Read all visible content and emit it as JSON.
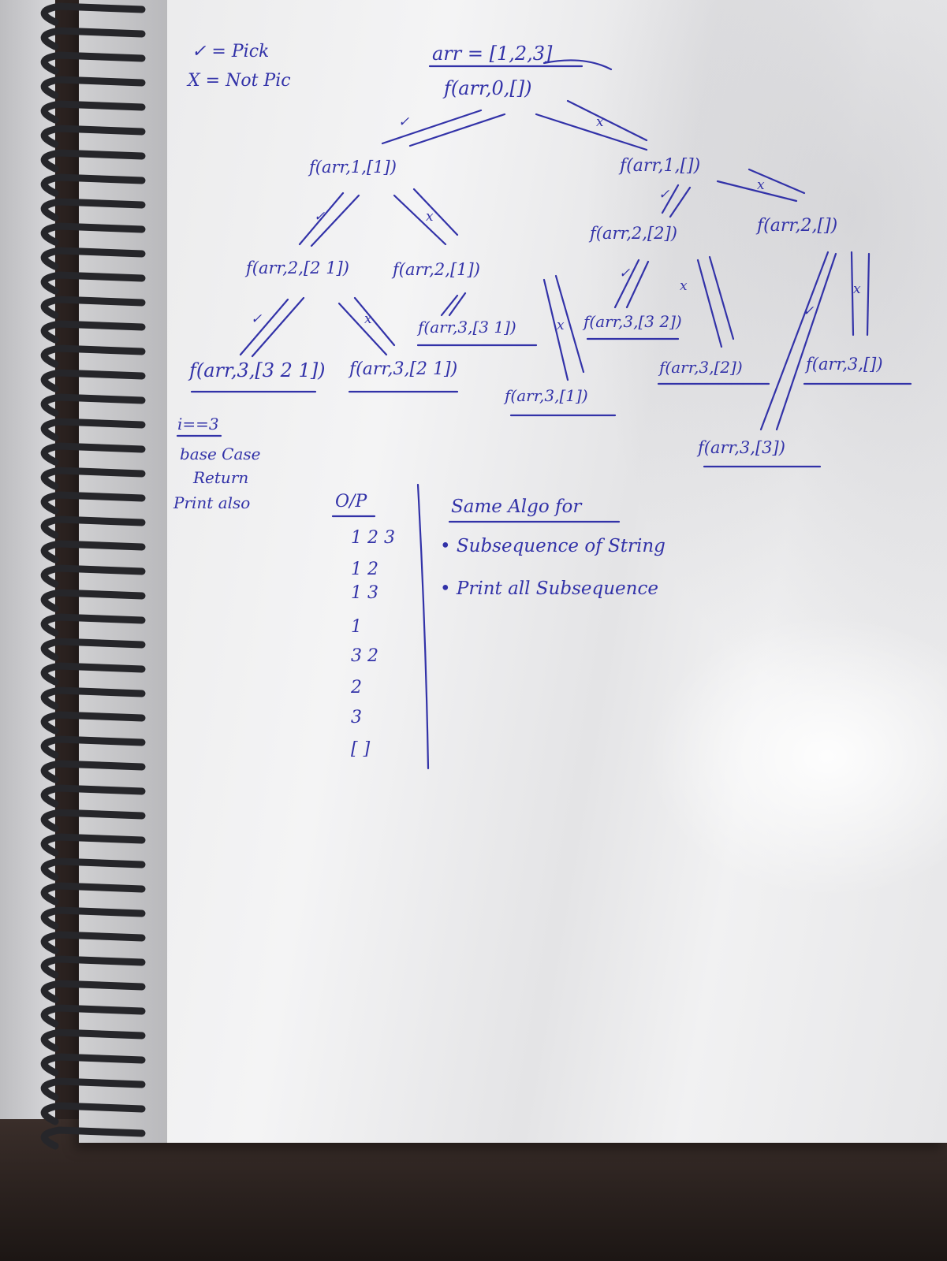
{
  "legend": {
    "pick": "✓ = Pick",
    "not_pick": "X = Not Pic"
  },
  "root": {
    "arr": "arr = [1,2,3]",
    "call": "f(arr,0,[])"
  },
  "level1": [
    {
      "call": "f(arr,1,[1])"
    },
    {
      "call": "f(arr,1,[])"
    }
  ],
  "level2": [
    {
      "call": "f(arr,2,[2 1])"
    },
    {
      "call": "f(arr,2,[1])"
    },
    {
      "call": "f(arr,2,[2])"
    },
    {
      "call": "f(arr,2,[])"
    }
  ],
  "level3": [
    {
      "call": "f(arr,3,[3 2 1])"
    },
    {
      "call": "f(arr,3,[2 1])"
    },
    {
      "call": "f(arr,3,[3 1])"
    },
    {
      "call": "f(arr,3,[1])"
    },
    {
      "call": "f(arr,3,[3 2])"
    },
    {
      "call": "f(arr,3,[2])"
    },
    {
      "call": "f(arr,3,[3])"
    },
    {
      "call": "f(arr,3,[])"
    }
  ],
  "base_case": {
    "cond": "i==3",
    "line1": "base Case",
    "line2": "Return",
    "line3": "Print also"
  },
  "output": {
    "header": "O/P",
    "lines": [
      "1 2 3",
      "1 2",
      "1 3",
      "1",
      "3 2",
      "2",
      "3",
      "[ ]"
    ]
  },
  "notes": {
    "title": "Same Algo for",
    "items": [
      "• Subsequence of String",
      "• Print all Subsequence"
    ]
  },
  "colors": {
    "ink": "#3232a8",
    "paper": "#efeff0",
    "spiral": "#2a2a2e"
  }
}
